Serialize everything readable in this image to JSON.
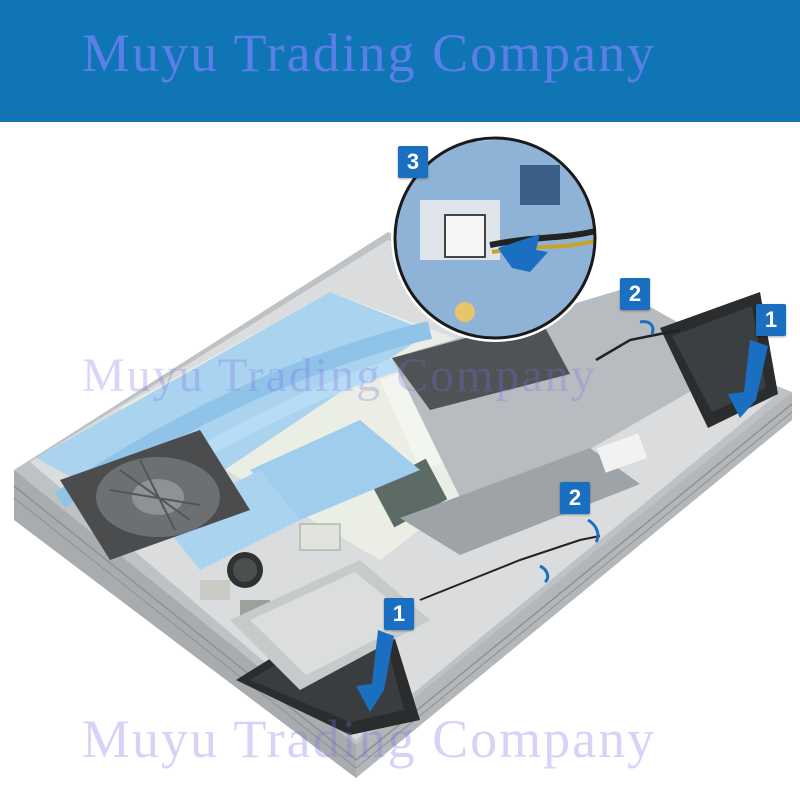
{
  "watermark": {
    "top": "Muyu Trading Company",
    "middle": "Muyu Trading Company",
    "bottom": "Muyu Trading Company"
  },
  "callouts": [
    "1",
    "1",
    "2",
    "2",
    "3"
  ],
  "colors": {
    "banner": "#0f75b5",
    "badge": "#1b6fc0",
    "heatpipe": "#a9d3ef",
    "chassis": "#d6d8d9",
    "board": "#e6eadf",
    "battery": "#b7bcc0"
  }
}
